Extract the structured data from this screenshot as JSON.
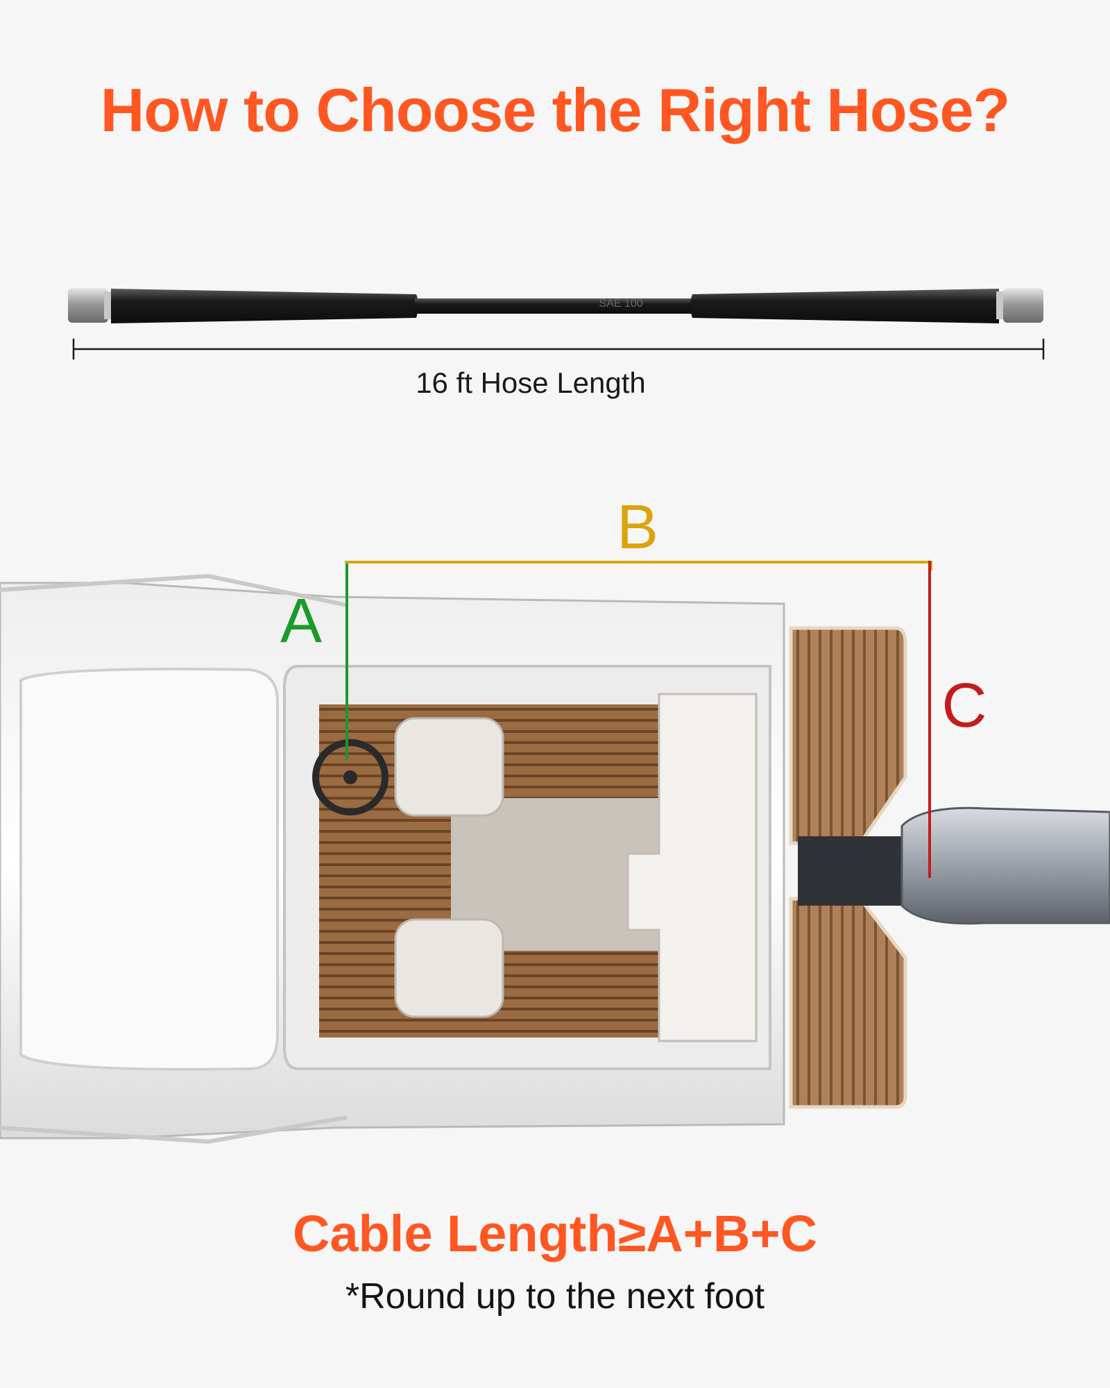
{
  "title": "How to Choose the Right Hose?",
  "hose": {
    "caption": "16 ft Hose Length",
    "print_text": "SAE 100"
  },
  "dimensions": [
    {
      "label": "A",
      "color": "#1a9a2a"
    },
    {
      "label": "B",
      "color": "#d9a40e"
    },
    {
      "label": "C",
      "color": "#c21c1c"
    }
  ],
  "formula": "Cable Length≥A+B+C",
  "footnote": "*Round up to the next foot",
  "colors": {
    "accent": "#fe5722",
    "background": "#f6f6f6",
    "hose": "#1b1b1b",
    "deck_teak": "#9a6a40"
  }
}
